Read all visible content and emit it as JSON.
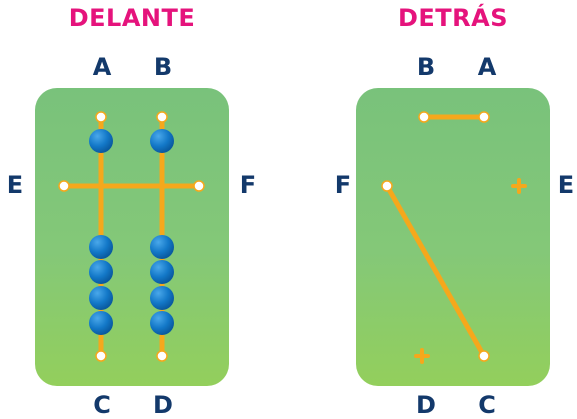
{
  "panels": {
    "front": {
      "title": "DELANTE",
      "labels": {
        "top_left": "A",
        "top_right": "B",
        "left": "E",
        "right": "F",
        "bottom_left": "C",
        "bottom_right": "D"
      }
    },
    "back": {
      "title": "DETRÁS",
      "labels": {
        "top_left": "B",
        "top_right": "A",
        "left": "F",
        "right": "E",
        "bottom_left": "D",
        "bottom_right": "C"
      }
    }
  },
  "colors": {
    "title": "#e5137c",
    "label": "#13396b",
    "board": "#7fc57a",
    "string": "#f7b21f",
    "bead": "#1478c8"
  }
}
